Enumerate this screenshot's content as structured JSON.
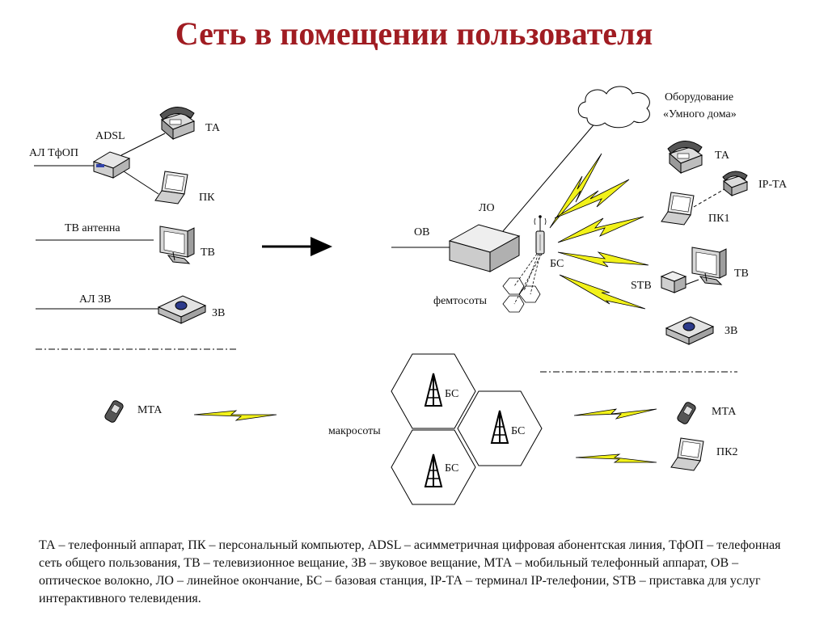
{
  "title": "Сеть в помещении пользователя",
  "labels": {
    "adsl": "ADSL",
    "al_tfop": "АЛ ТфОП",
    "ta_left": "ТА",
    "pk_left": "ПК",
    "tv_antenna": "ТВ антенна",
    "tv_left": "ТВ",
    "al_zv": "АЛ ЗВ",
    "zv_left": "ЗВ",
    "mta_left": "МТА",
    "ov": "ОВ",
    "lo": "ЛО",
    "bs_femto": "БС",
    "femtocells": "фемтосоты",
    "smart_home_1": "Оборудование",
    "smart_home_2": "«Умного дома»",
    "ta_right": "ТА",
    "ip_ta": "IP-ТА",
    "pk1": "ПК1",
    "tv_right": "ТВ",
    "stb": "STB",
    "zv_right": "ЗВ",
    "macrocells": "макросоты",
    "bs_macro_1": "БС",
    "bs_macro_2": "БС",
    "bs_macro_3": "БС",
    "mta_right": "МТА",
    "pk2": "ПК2"
  },
  "legend": "ТА – телефонный аппарат, ПК – персональный компьютер, ADSL – асимметричная цифровая абонентская линия, ТфОП – телефонная сеть общего пользования, ТВ – телевизионное вещание, ЗВ – звуковое вещание, МТА – мобильный телефонный аппарат, ОВ – оптическое волокно, ЛО – линейное окончание, БС – базовая станция, IP-ТА – терминал IP-телефонии, STB – приставка для услуг интерактивного телевидения.",
  "colors": {
    "title": "#a01c22",
    "lightning": "#f2f21a",
    "ink": "#111111"
  }
}
